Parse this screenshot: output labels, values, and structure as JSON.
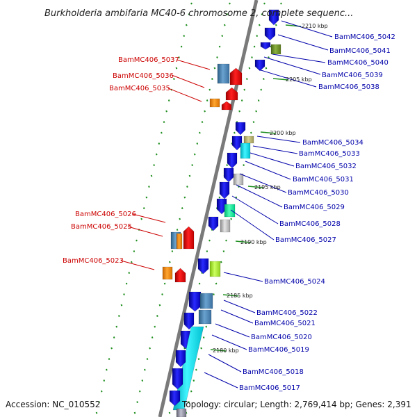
{
  "title": "Burkholderia ambifaria MC40-6 chromosome 2, complete sequenc...",
  "footer": {
    "accession": "Accession: NC_010552",
    "topology": "Topology: circular; Length: 2,769,414 bp; Genes: 2,391"
  },
  "scale_labels": [
    "2210 kbp",
    "2205 kbp",
    "2200 kbp",
    "2195 kbp",
    "2190 kbp",
    "2185 kbp",
    "2180 kbp"
  ],
  "left_genes": [
    "BamMC406_5037",
    "BamMC406_5036",
    "BamMC406_5035",
    "BamMC406_5026",
    "BamMC406_5025",
    "BamMC406_5023"
  ],
  "right_genes": [
    "BamMC406_5042",
    "BamMC406_5041",
    "BamMC406_5040",
    "BamMC406_5039",
    "BamMC406_5038",
    "BamMC406_5034",
    "BamMC406_5033",
    "BamMC406_5032",
    "BamMC406_5031",
    "BamMC406_5030",
    "BamMC406_5029",
    "BamMC406_5028",
    "BamMC406_5027",
    "BamMC406_5024",
    "BamMC406_5022",
    "BamMC406_5021",
    "BamMC406_5020",
    "BamMC406_5019",
    "BamMC406_5018",
    "BamMC406_5017"
  ],
  "colors": {
    "forward_strand": "#1010e0",
    "reverse_strand": "#ee1010",
    "orange": "#ff8c00",
    "steelblue": "#4682b4",
    "cyan": "#00e5ee",
    "khaki": "#bdb76b",
    "olive": "#6b8e23",
    "greenyellow": "#adff2f",
    "mediumspringgreen": "#00fa9a",
    "silver": "#c0c0c0",
    "backbone": "#808080",
    "tick": "#1f8f1f"
  }
}
